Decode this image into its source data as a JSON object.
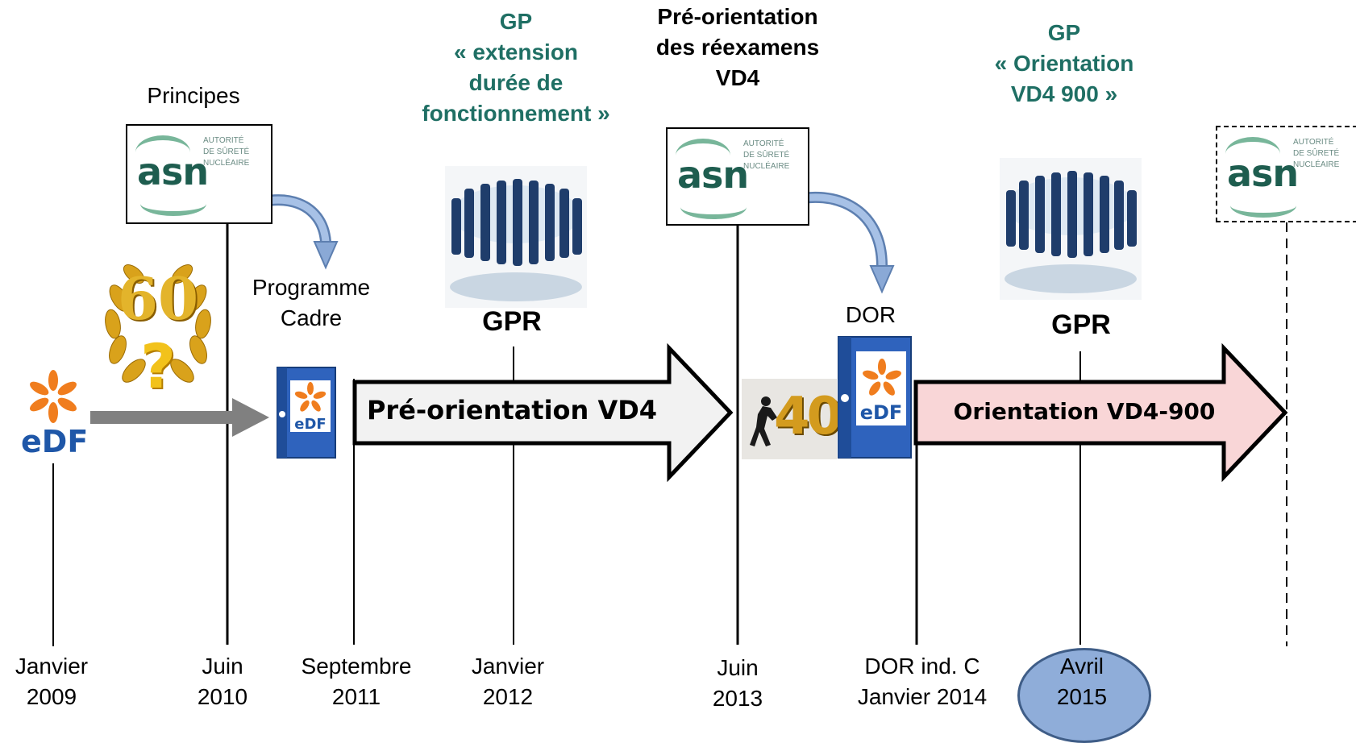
{
  "top_labels": {
    "principes": "Principes",
    "gp_extension": [
      "GP",
      "« extension",
      "durée de",
      "fonctionnement »"
    ],
    "pre_orientation_reexamens": [
      "Pré-orientation",
      "des réexamens",
      "VD4"
    ],
    "gp_orientation": [
      "GP",
      "« Orientation",
      "VD4 900 »"
    ]
  },
  "mid_labels": {
    "programme_cadre": [
      "Programme",
      "Cadre"
    ],
    "dor": "DOR",
    "gpr_1": "GPR",
    "gpr_2": "GPR"
  },
  "arrows": {
    "pre_orientation": "Pré-orientation VD4",
    "orientation": "Orientation VD4-900"
  },
  "logos": {
    "asn_word": "asn",
    "asn_sub": [
      "AUTORITÉ",
      "DE SÛRETÉ",
      "NUCLÉAIRE"
    ],
    "edf_word": "eDF",
    "laurel_number": "60",
    "laurel_mark": "?",
    "sign_number": "40"
  },
  "dates": {
    "d2009": [
      "Janvier",
      "2009"
    ],
    "d2010": [
      "Juin",
      "2010"
    ],
    "d2011": [
      "Septembre",
      "2011"
    ],
    "d2012": [
      "Janvier",
      "2012"
    ],
    "d2013": [
      "Juin",
      "2013"
    ],
    "d2014": [
      "DOR ind. C",
      "Janvier 2014"
    ],
    "d2015": [
      "Avril",
      "2015"
    ]
  },
  "colors": {
    "teal_text": "#1f6f64",
    "arrow1_fill": "#f2f2f2",
    "arrow2_fill": "#f9d6d7",
    "gray_arrow": "#808080",
    "oval_fill": "#8fadd9",
    "curved_arrow": "#8aa9d6"
  }
}
